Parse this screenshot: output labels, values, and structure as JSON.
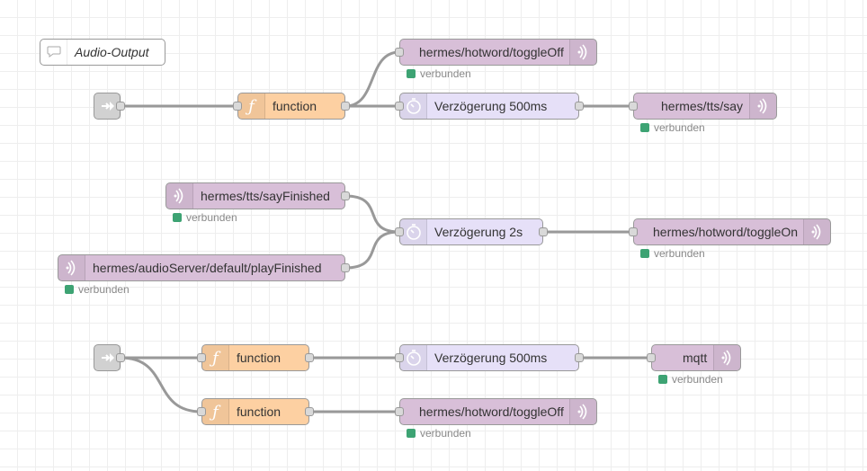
{
  "flow": {
    "status_text": "verbunden",
    "status_color": "#3da373",
    "comment": {
      "label": "Audio-Output",
      "icon": "comment-icon"
    },
    "nodes": {
      "mqtt_toggle_off_1": {
        "label": "hermes/hotword/toggleOff",
        "icon": "mqtt-wave-icon"
      },
      "function_1": {
        "label": "function",
        "icon": "function-icon"
      },
      "delay_500_1": {
        "label": "Verzögerung 500ms",
        "icon": "timer-icon"
      },
      "mqtt_tts_say": {
        "label": "hermes/tts/say",
        "icon": "mqtt-wave-icon"
      },
      "mqtt_say_finished": {
        "label": "hermes/tts/sayFinished",
        "icon": "mqtt-wave-icon"
      },
      "delay_2s": {
        "label": "Verzögerung 2s",
        "icon": "timer-icon"
      },
      "mqtt_toggle_on": {
        "label": "hermes/hotword/toggleOn",
        "icon": "mqtt-wave-icon"
      },
      "mqtt_play_finished": {
        "label": "hermes/audioServer/default/playFinished",
        "icon": "mqtt-wave-icon"
      },
      "function_2": {
        "label": "function",
        "icon": "function-icon"
      },
      "delay_500_2": {
        "label": "Verzögerung 500ms",
        "icon": "timer-icon"
      },
      "mqtt_out": {
        "label": "mqtt",
        "icon": "mqtt-wave-icon"
      },
      "function_3": {
        "label": "function",
        "icon": "function-icon"
      },
      "mqtt_toggle_off_2": {
        "label": "hermes/hotword/toggleOff",
        "icon": "mqtt-wave-icon"
      },
      "link_in_1": {
        "icon": "link-in-icon"
      },
      "link_in_2": {
        "icon": "link-in-icon"
      }
    },
    "colors": {
      "mqtt": "#d8bfd8",
      "function": "#fdd0a2",
      "delay": "#e6e0f8",
      "link": "#dddddd",
      "wire": "#999999"
    }
  }
}
